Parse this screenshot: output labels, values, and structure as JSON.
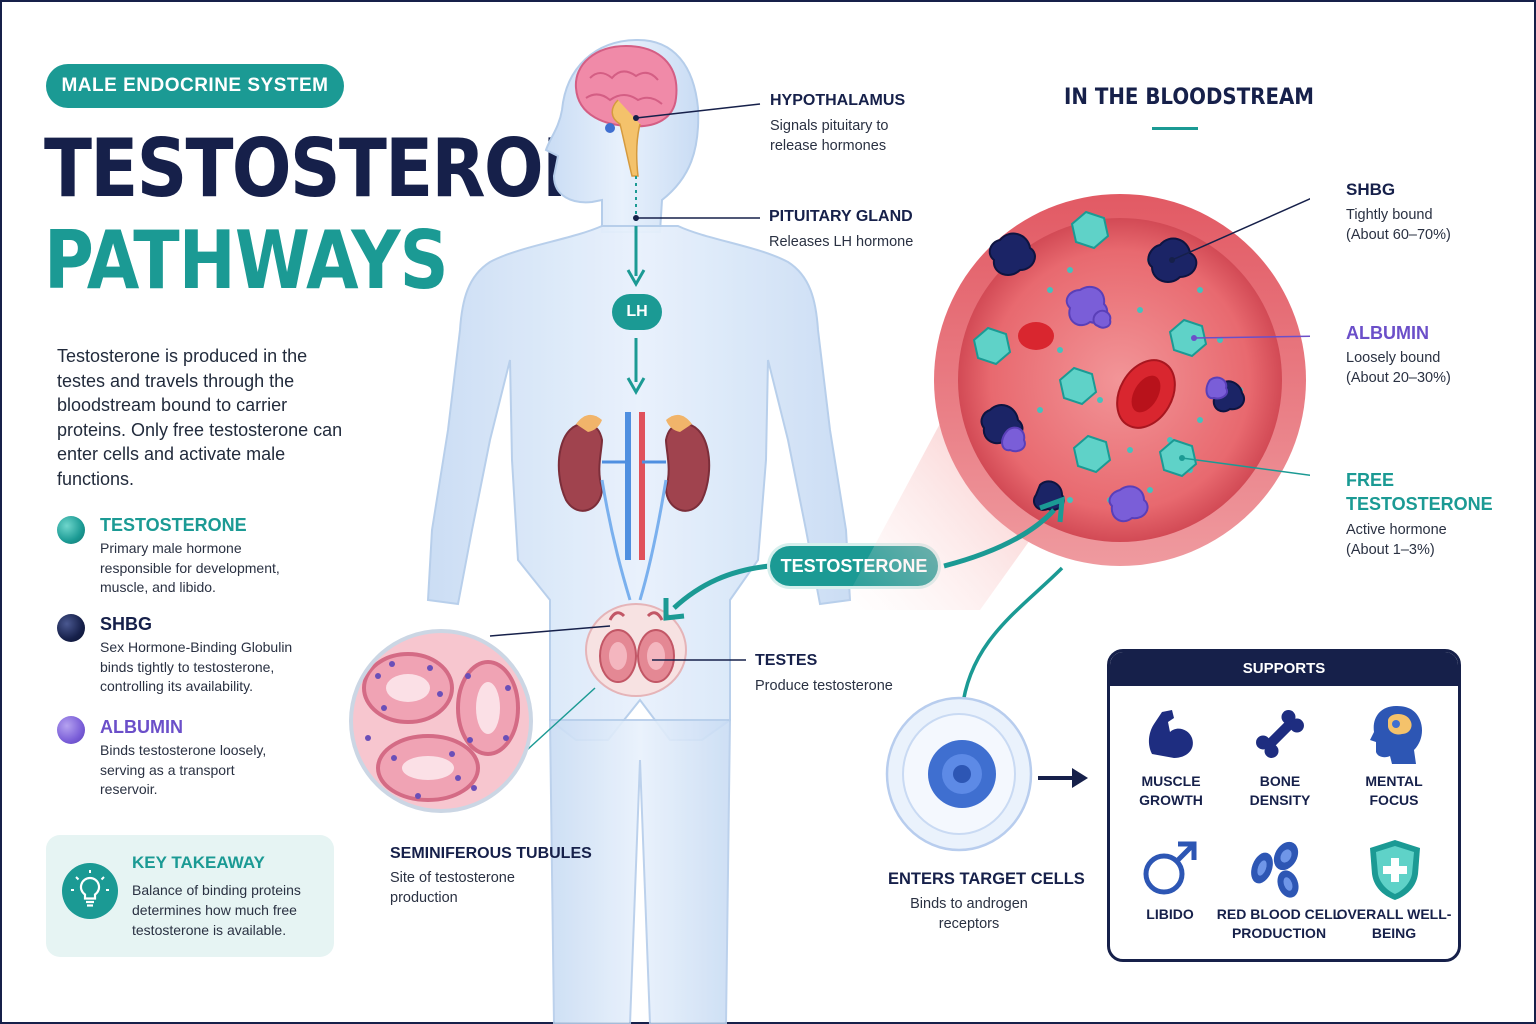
{
  "header": {
    "badge": "MALE ENDOCRINE SYSTEM",
    "title_line1": "TESTOSTERONE",
    "title_line2": "PATHWAYS",
    "intro": "Testosterone is produced in the testes and travels through the bloodstream bound to carrier proteins. Only free testosterone can enter cells and activate male functions."
  },
  "legend": [
    {
      "name": "TESTOSTERONE",
      "desc": "Primary male hormone responsible for development, muscle, and libido.",
      "color": "#1b9a94"
    },
    {
      "name": "SHBG",
      "desc": "Sex Hormone-Binding Globulin binds tightly to testosterone, controlling its availability.",
      "color": "#16204a"
    },
    {
      "name": "ALBUMIN",
      "desc": "Binds testosterone loosely, serving as a transport reservoir.",
      "color": "#6b4fc9"
    }
  ],
  "takeaway": {
    "title": "KEY TAKEAWAY",
    "text": "Balance of binding proteins determines how much free testosterone is available.",
    "icon": "lightbulb-icon"
  },
  "anatomy": {
    "hypothalamus": {
      "title": "HYPOTHALAMUS",
      "desc": "Signals pituitary to release hormones"
    },
    "pituitary": {
      "title": "PITUITARY GLAND",
      "desc": "Releases LH hormone"
    },
    "lh": "LH",
    "testes": {
      "title": "TESTES",
      "desc": "Produce testosterone"
    },
    "tubules": {
      "title": "SEMINIFEROUS TUBULES",
      "desc": "Site of testosterone production"
    },
    "testosterone_label": "TESTOSTERONE"
  },
  "bloodstream": {
    "title": "IN THE BLOODSTREAM",
    "shbg": {
      "title": "SHBG",
      "desc": "Tightly bound (About 60–70%)"
    },
    "albumin": {
      "title": "ALBUMIN",
      "desc": "Loosely bound (About 20–30%)"
    },
    "free": {
      "title": "FREE TESTOSTERONE",
      "desc": "Active hormone (About 1–3%)"
    }
  },
  "target": {
    "title": "ENTERS TARGET CELLS",
    "desc": "Binds to androgen receptors"
  },
  "supports": {
    "title": "SUPPORTS",
    "items": [
      {
        "label": "MUSCLE GROWTH",
        "icon": "muscle-icon"
      },
      {
        "label": "BONE DENSITY",
        "icon": "bone-icon"
      },
      {
        "label": "MENTAL FOCUS",
        "icon": "brain-head-icon"
      },
      {
        "label": "LIBIDO",
        "icon": "male-symbol-icon"
      },
      {
        "label": "RED BLOOD CELL PRODUCTION",
        "icon": "red-blood-cells-icon"
      },
      {
        "label": "OVERALL WELL-BEING",
        "icon": "shield-plus-icon"
      }
    ]
  },
  "colors": {
    "teal": "#1b9a94",
    "navy": "#16204a",
    "purple": "#6b4fc9",
    "blood": "#e0515b"
  }
}
